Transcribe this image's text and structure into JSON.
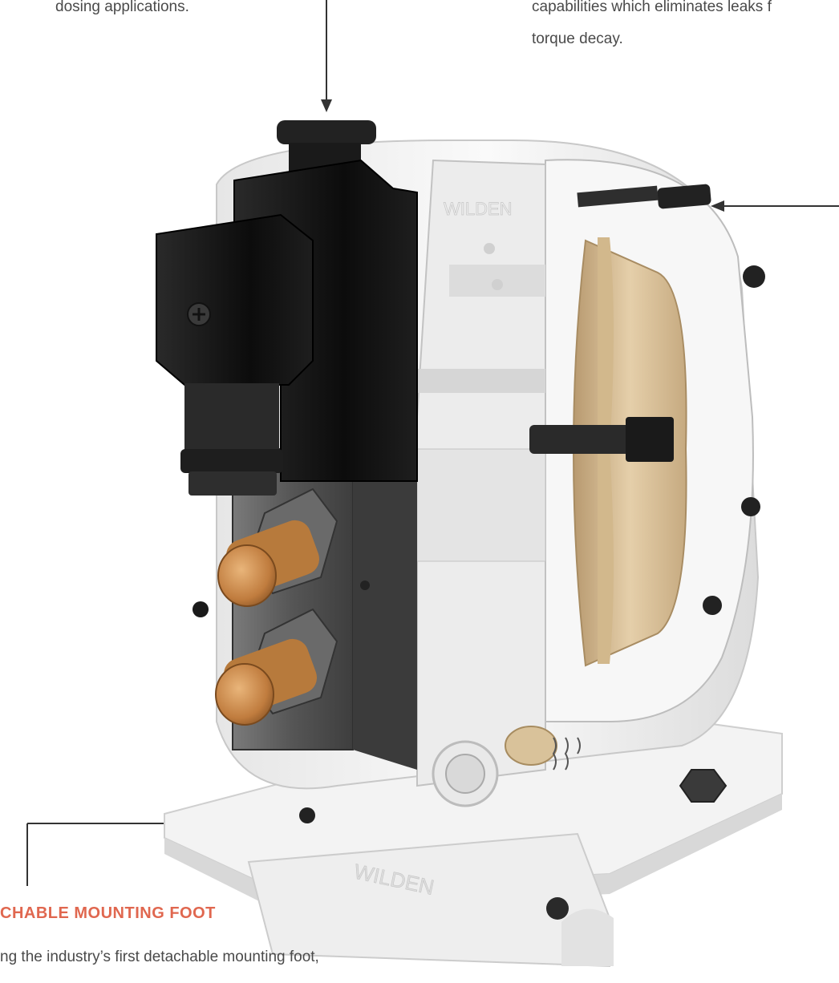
{
  "callouts": {
    "top_left": {
      "text": "dosing applications."
    },
    "top_right": {
      "line1": "capabilities which eliminates leaks f",
      "line2": "torque decay."
    },
    "bottom_left": {
      "heading": "CHABLE  MOUNTING FOOT",
      "body": "ng the industry’s first detachable mounting foot,"
    }
  },
  "embossed_text": {
    "upper": "WILDEN",
    "lower": "WILDEN"
  },
  "colors": {
    "accent_heading": "#e0674f",
    "body_text": "#4a4a4a",
    "solenoid": "#111111",
    "valve_block": "#5a5a5a",
    "brass": "#c98a4a",
    "diaphragm": "#dcc4a0",
    "housing": "#f2f2f2"
  }
}
